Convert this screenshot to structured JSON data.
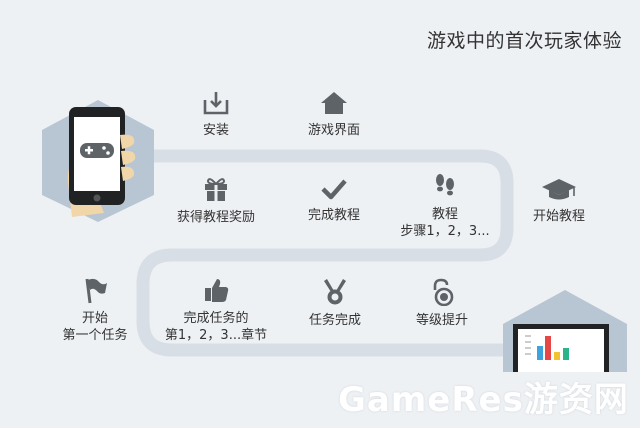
{
  "title": "游戏中的首次玩家体验",
  "steps": {
    "install": "安装",
    "game_interface": "游戏界面",
    "start_tutorial": "开始教程",
    "tutorial_steps_line1": "教程",
    "tutorial_steps_line2": "步骤1，2，3...",
    "complete_tutorial": "完成教程",
    "tutorial_reward": "获得教程奖励",
    "first_task_line1": "开始",
    "first_task_line2": "第一个任务",
    "chapter_tasks_line1": "完成任务的",
    "chapter_tasks_line2": "第1，2，3...章节",
    "task_complete": "任务完成",
    "level_up": "等级提升"
  },
  "watermark": "GameRes游资网",
  "colors": {
    "background": "#eef1f4",
    "path": "#d7dee6",
    "icon": "#5e6368",
    "hexagon": "#b8c5d3",
    "bar_blue": "#3ea3dc",
    "bar_red": "#e64646",
    "bar_yellow": "#f2c230",
    "bar_green": "#2bb389"
  }
}
